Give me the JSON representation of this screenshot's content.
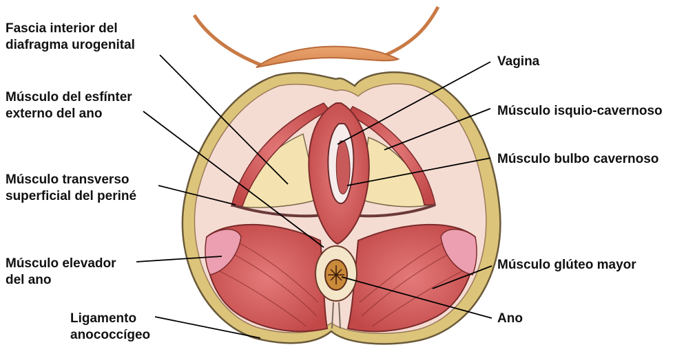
{
  "labels": {
    "fascia": {
      "line1": "Fascia interior del",
      "line2": "diafragma urogenital"
    },
    "esfinter": {
      "line1": "Músculo del esfínter",
      "line2": "externo del ano"
    },
    "transverso": {
      "line1": "Músculo transverso",
      "line2": "superficial del periné"
    },
    "elevador": {
      "line1": "Músculo elevador",
      "line2": "del ano"
    },
    "ligamento": {
      "line1": "Ligamento",
      "line2": "anococcígeo"
    },
    "vagina": {
      "line1": "Vagina"
    },
    "isquio": {
      "line1": "Músculo isquio-cavernoso"
    },
    "bulbo": {
      "line1": "Músculo bulbo cavernoso"
    },
    "gluteo": {
      "line1": "Músculo glúteo mayor"
    },
    "ano": {
      "line1": "Ano"
    }
  },
  "colors": {
    "skin": "#e8a070",
    "fat_border": "#d8c070",
    "muscle": "#cf5a5a",
    "muscle_light": "#e58a8a",
    "fascia": "#f3e2b0",
    "background_tissue": "#f4d9d2",
    "leader_line": "#000000"
  }
}
